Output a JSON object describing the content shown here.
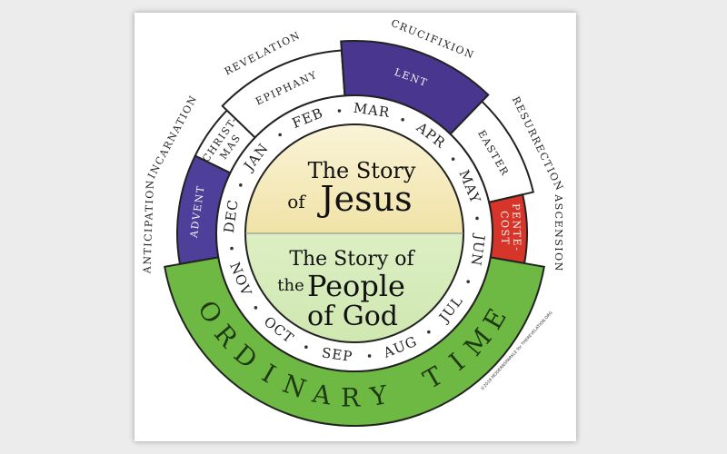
{
  "center": {
    "top_line1": "The Story",
    "top_line2a": "of",
    "top_line2b": "Jesus",
    "bottom_line1": "The Story of",
    "bottom_line2a": "the",
    "bottom_line2b": "People",
    "bottom_line3": "of God"
  },
  "outer_labels": [
    "ANTICIPATION",
    "INCARNATION",
    "REVELATION",
    "CRUCIFIXION",
    "RESURRECTION",
    "ASCENSION"
  ],
  "seasons": [
    {
      "name": "ADVENT",
      "color": "#4e3f9b"
    },
    {
      "name": "CHRIST-",
      "name2": "MAS",
      "color": "#ffffff"
    },
    {
      "name": "EPIPHANY",
      "color": "#ffffff"
    },
    {
      "name": "LENT",
      "color": "#48368f"
    },
    {
      "name": "EASTER",
      "color": "#ffffff"
    },
    {
      "name": "PENTE-",
      "name2": "COST",
      "color": "#d8352a"
    },
    {
      "name": "ORDINARY TIME",
      "color": "#6eb943"
    }
  ],
  "months": [
    "JAN",
    "FEB",
    "MAR",
    "APR",
    "MAY",
    "JUN",
    "JUL",
    "AUG",
    "SEP",
    "OCT",
    "NOV",
    "DEC"
  ],
  "copyright": "©2019 MODERNSPARKLE  for  THEREVELATION.ORG",
  "colors": {
    "advent_purple": "#4e3f9b",
    "lent_purple": "#48368f",
    "pentecost_red": "#d8352a",
    "ordinary_green": "#6eb943",
    "center_yellow": "#f3e7b4",
    "center_green": "#dcefc4"
  }
}
